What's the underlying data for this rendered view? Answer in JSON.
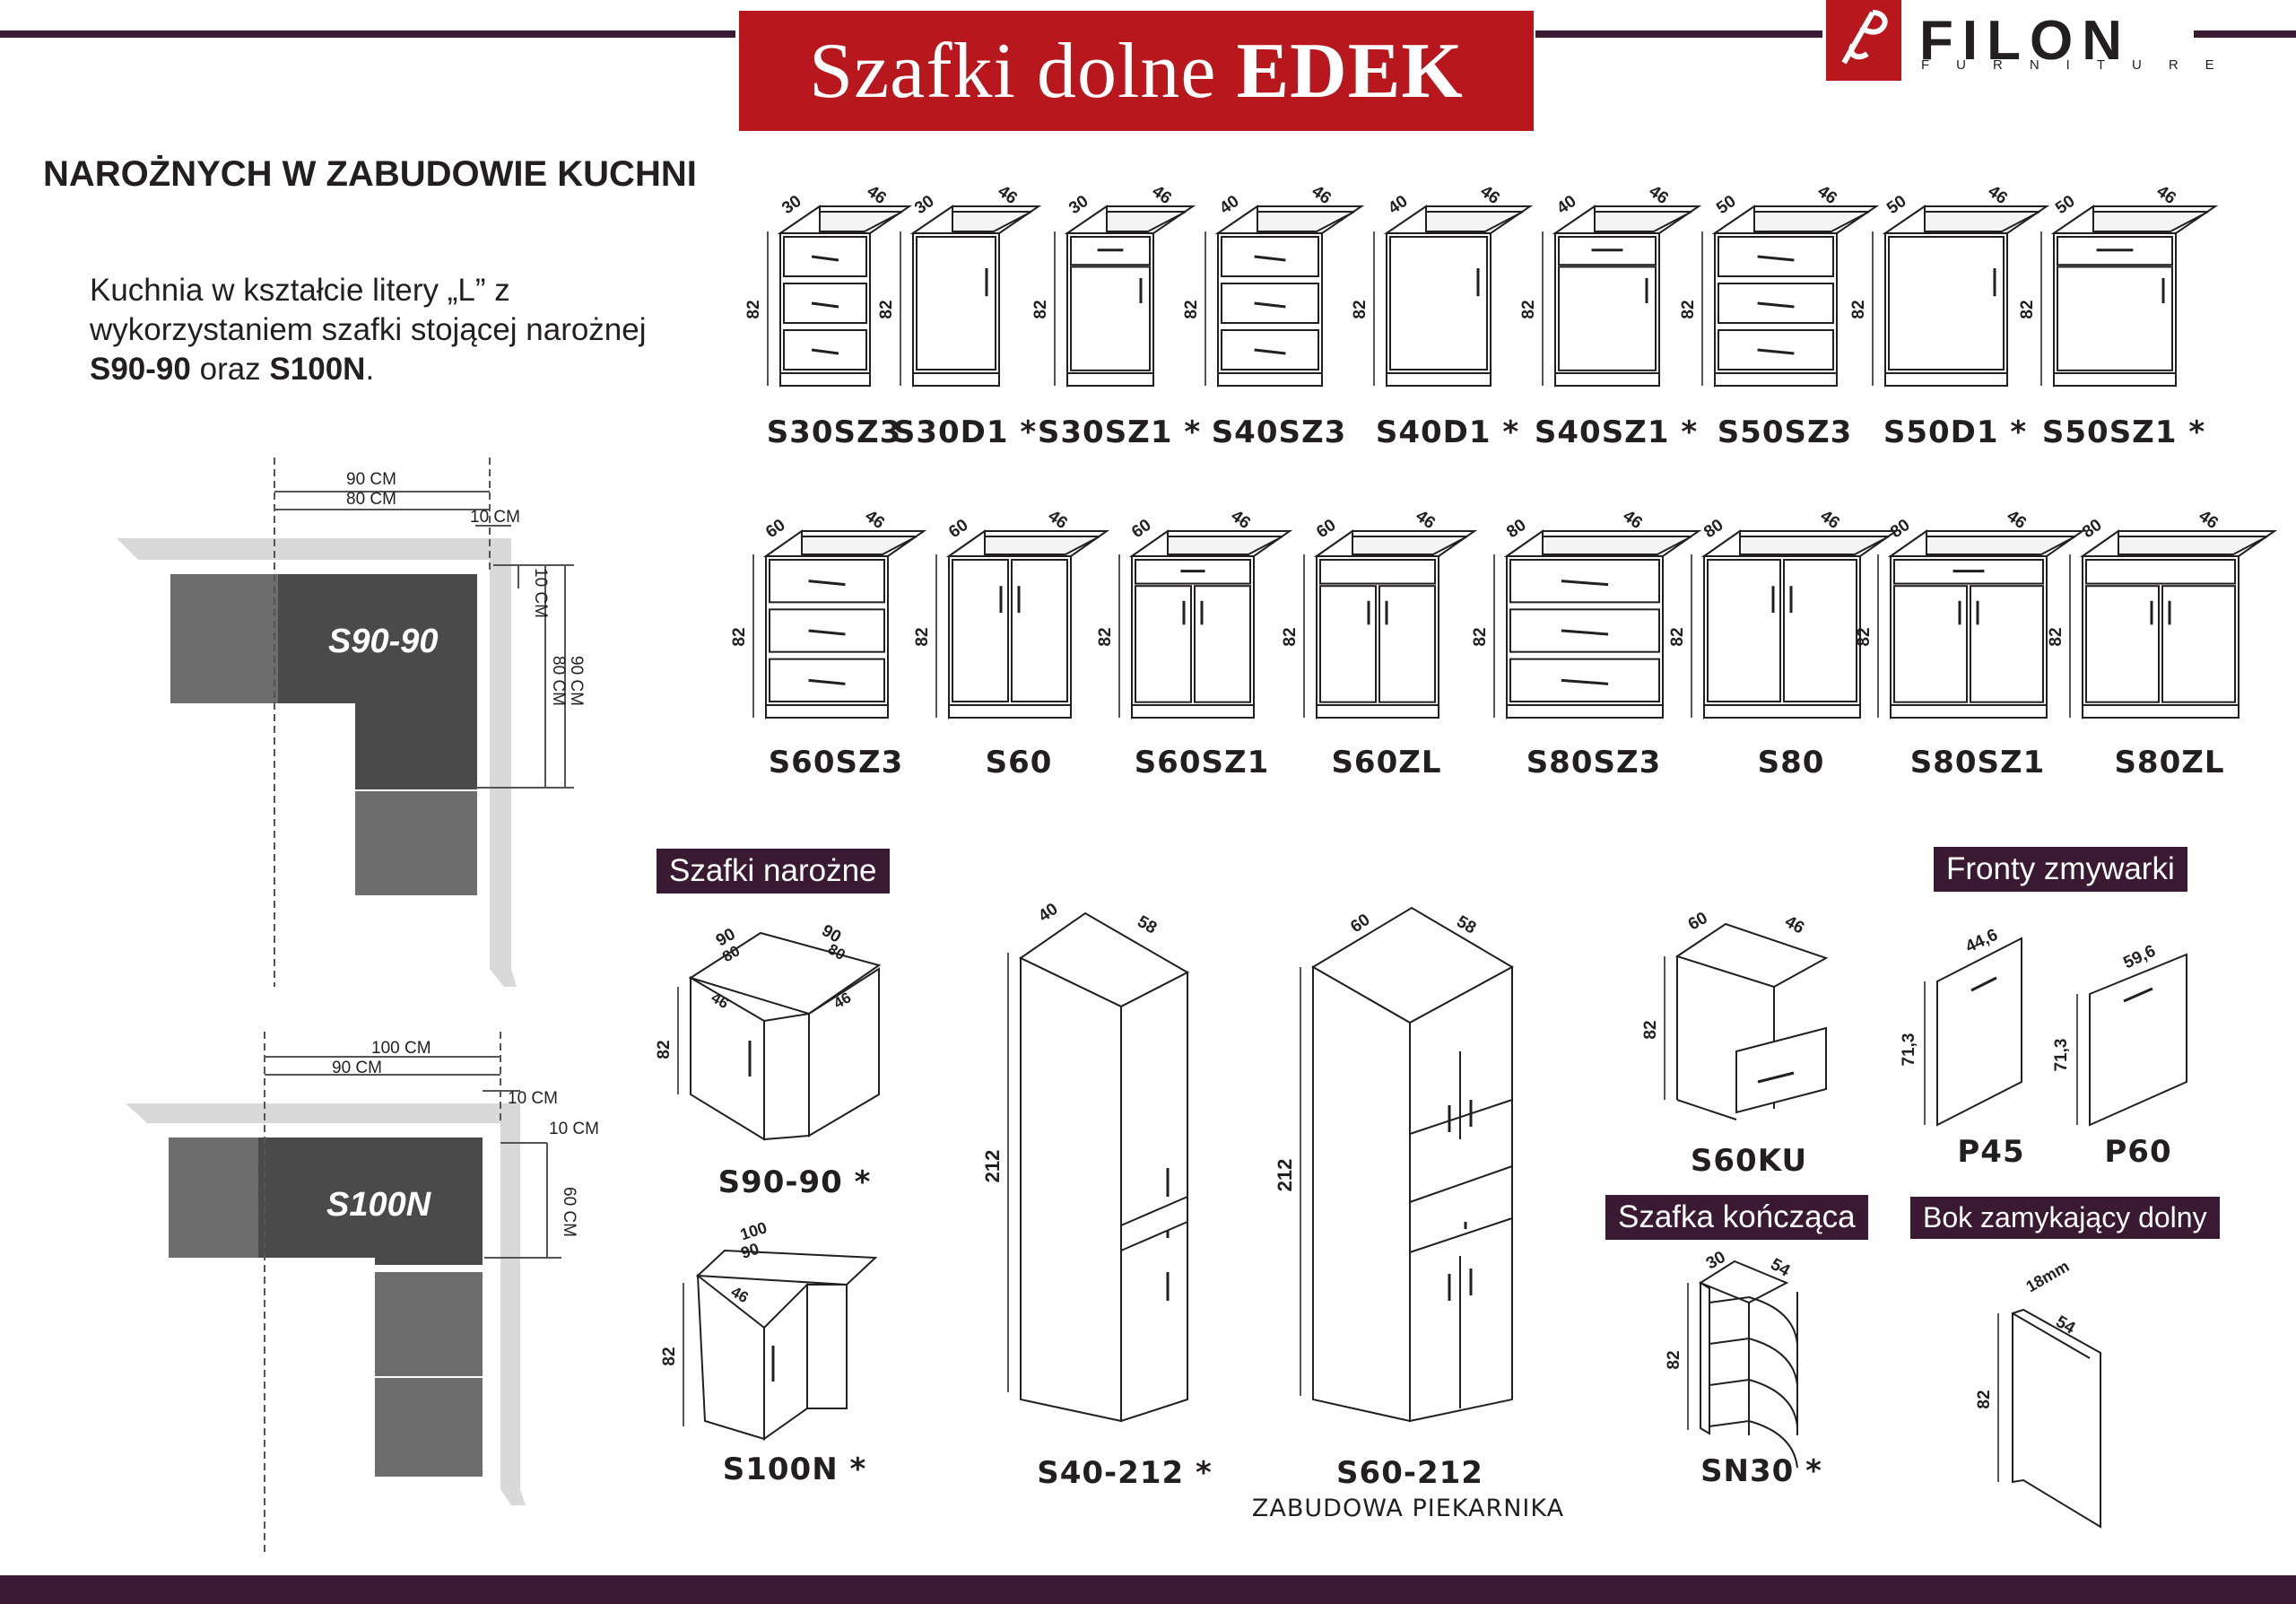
{
  "banner": {
    "title_prefix": "Szafki dolne",
    "title_bold": "EDEK"
  },
  "brand": {
    "name": "FILON",
    "sub": "FURNITURE"
  },
  "section": {
    "heading": "NAROŻNYCH W ZABUDOWIE KUCHNI",
    "desc_line1": "Kuchnia w kształcie litery „L” z",
    "desc_line2": "wykorzystaniem szafki stojącej narożnej",
    "desc_code1": "S90-90",
    "desc_mid": " oraz ",
    "desc_code2": "S100N",
    "desc_end": "."
  },
  "plan1": {
    "label": "S90-90",
    "dim_a": "90 CM",
    "dim_b": "80 CM",
    "dim_c": "10 CM",
    "dim_d": "10 CM",
    "dim_e": "90 CM",
    "dim_f": "80 CM"
  },
  "plan2": {
    "label": "S100N",
    "dim_a": "100 CM",
    "dim_b": "90 CM",
    "dim_c": "10 CM",
    "dim_d": "10 CM",
    "dim_e": "60 CM"
  },
  "row1": [
    "S30SZ3",
    "S30D1 *",
    "S30SZ1 *",
    "S40SZ3",
    "S40D1 *",
    "S40SZ1 *",
    "S50SZ3",
    "S50D1 *",
    "S50SZ1 *"
  ],
  "row1_widths": [
    "30",
    "30",
    "30",
    "40",
    "40",
    "40",
    "50",
    "50",
    "50"
  ],
  "row2": [
    "S60SZ3",
    "S60",
    "S60SZ1",
    "S60ZL",
    "S80SZ3",
    "S80",
    "S80SZ1",
    "S80ZL"
  ],
  "row2_widths": [
    "60",
    "60",
    "60",
    "60",
    "80",
    "80",
    "80",
    "80"
  ],
  "dims": {
    "depth": "46",
    "height": "82"
  },
  "tags": {
    "corner": "Szafki narożne",
    "dishwasher": "Fronty zmywarki",
    "end": "Szafka kończąca",
    "side": "Bok zamykający dolny"
  },
  "bottom": {
    "s9090": "S90-90 *",
    "s100n": "S100N *",
    "s40212": "S40-212 *",
    "s60212": "S60-212",
    "s60212_sub": "ZABUDOWA PIEKARNIKA",
    "s60ku": "S60KU",
    "p45": "P45",
    "p60": "P60",
    "sn30": "SN30 *"
  },
  "bottom_dims": {
    "c9090_w": "90",
    "c9090_w2": "90",
    "c9090_i": "80",
    "c9090_i2": "80",
    "c9090_d": "46",
    "c9090_d2": "46",
    "c9090_h": "82",
    "c100_w": "100",
    "c100_i": "90",
    "c100_d": "46",
    "c100_h": "82",
    "t40_w": "40",
    "t40_d": "58",
    "t40_h": "212",
    "t60_w": "60",
    "t60_d": "58",
    "t60_h": "212",
    "ku_w": "60",
    "ku_d": "46",
    "ku_h": "82",
    "p45_w": "44,6",
    "p45_h": "71,3",
    "p60_w": "59,6",
    "p60_h": "71,3",
    "sn_w": "30",
    "sn_d": "54",
    "sn_h": "82",
    "bok_t": "18mm",
    "bok_d": "54",
    "bok_h": "82"
  }
}
